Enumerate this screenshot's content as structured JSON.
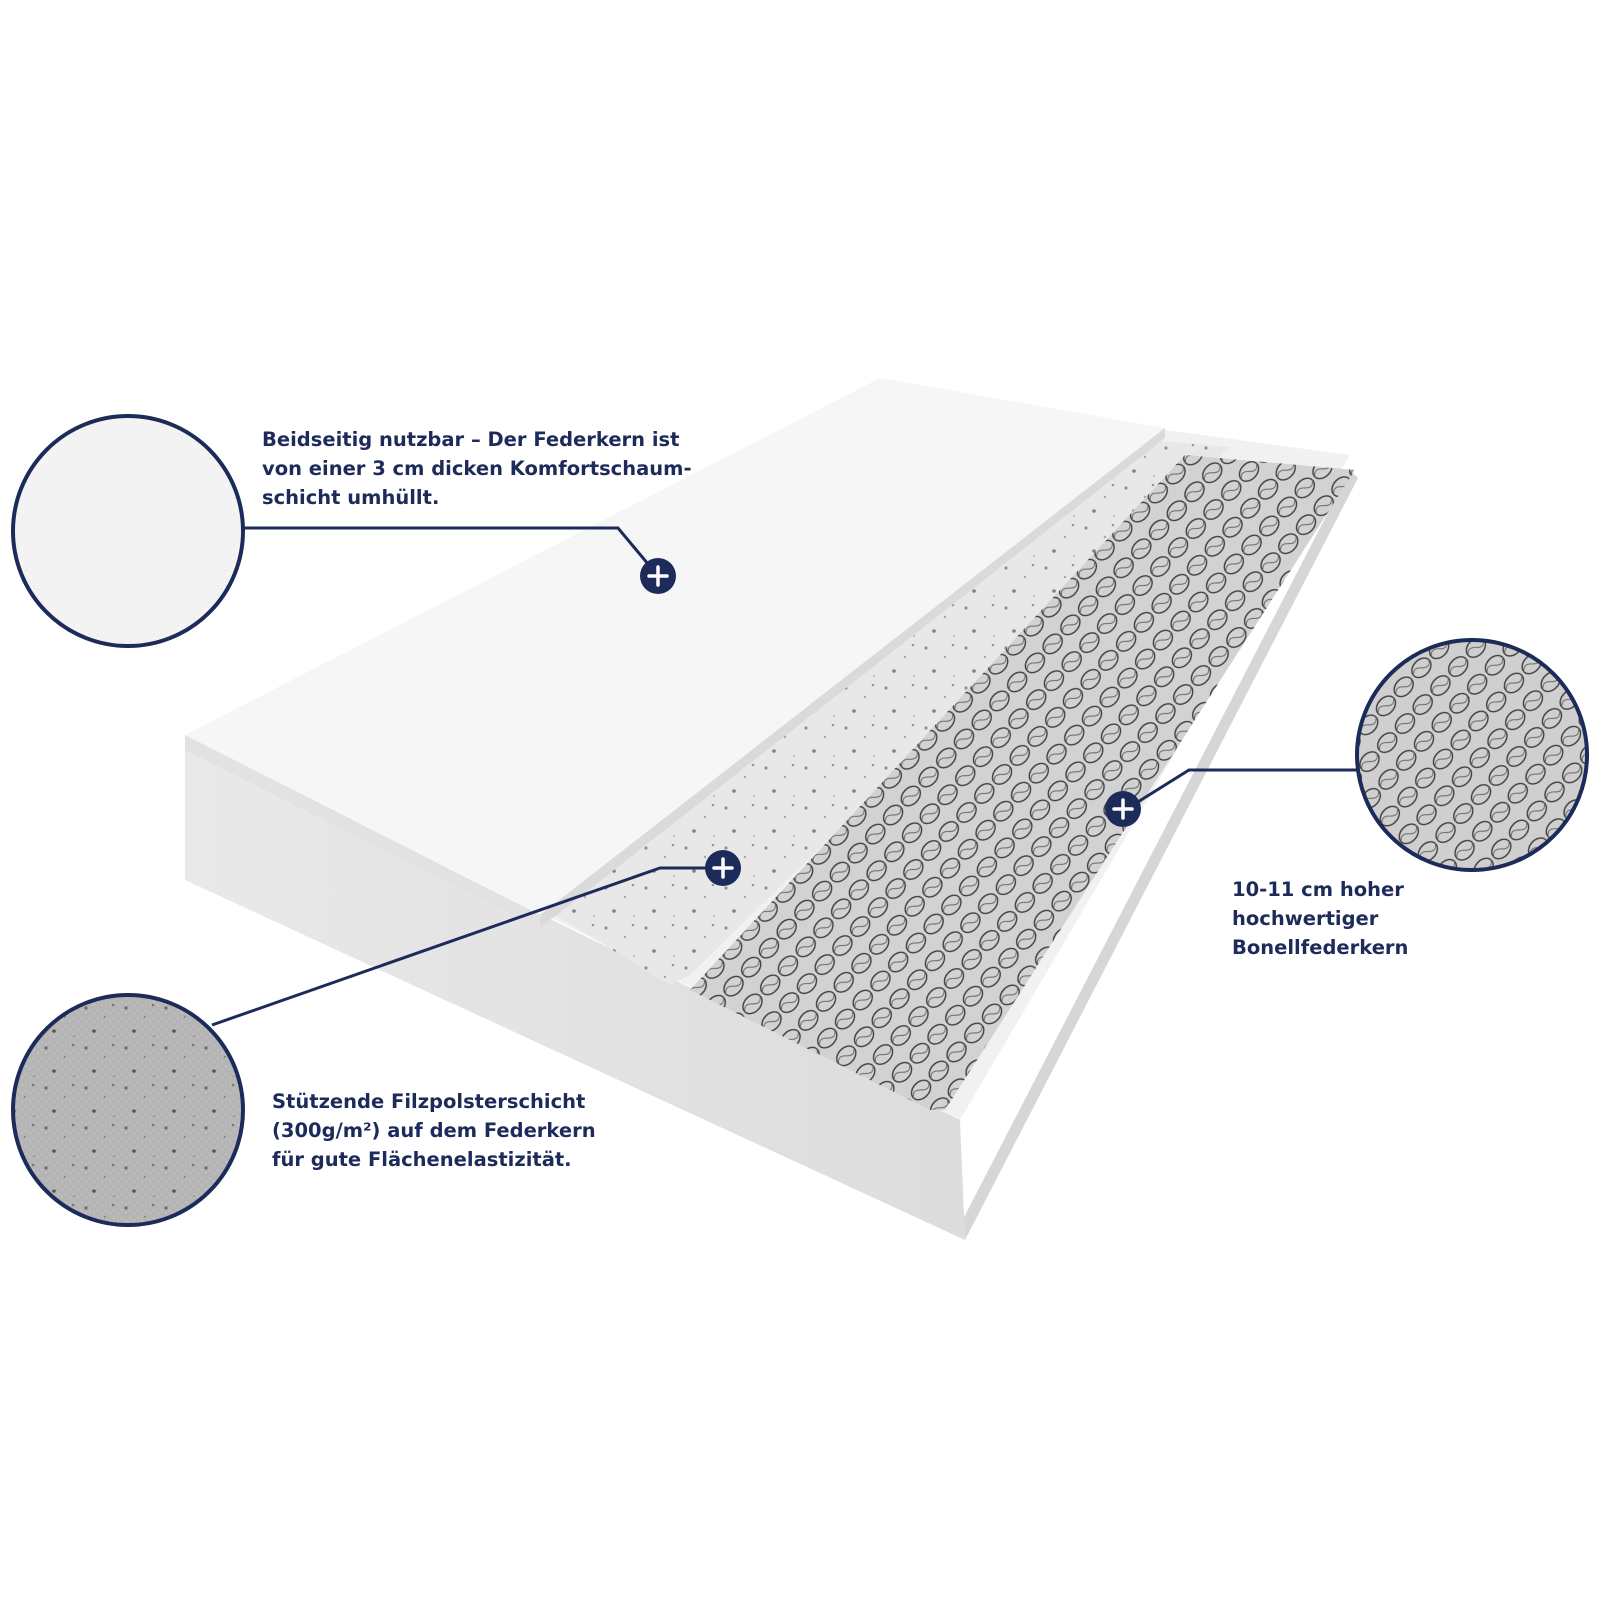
{
  "colors": {
    "accent": "#1c2b5a",
    "text": "#1c2b5a",
    "foam": "#f3f3f3",
    "felt": "#e6e6e6",
    "spring_steel": "#4a4a4a",
    "background": "#ffffff"
  },
  "callouts": [
    {
      "id": "foam",
      "lines": [
        "Beidseitig nutzbar – Der Federkern ist",
        "von einer 3 cm dicken Komfortschaum-",
        "schicht umhüllt."
      ],
      "icon": "plus-icon"
    },
    {
      "id": "felt",
      "lines": [
        "Stützende Filzpolsterschicht",
        "(300g/m²) auf dem Federkern",
        "für gute Flächenelastizität."
      ],
      "icon": "plus-icon"
    },
    {
      "id": "spring",
      "lines": [
        "10-11 cm hoher",
        "hochwertiger",
        "Bonellfederkern"
      ],
      "icon": "plus-icon"
    }
  ]
}
